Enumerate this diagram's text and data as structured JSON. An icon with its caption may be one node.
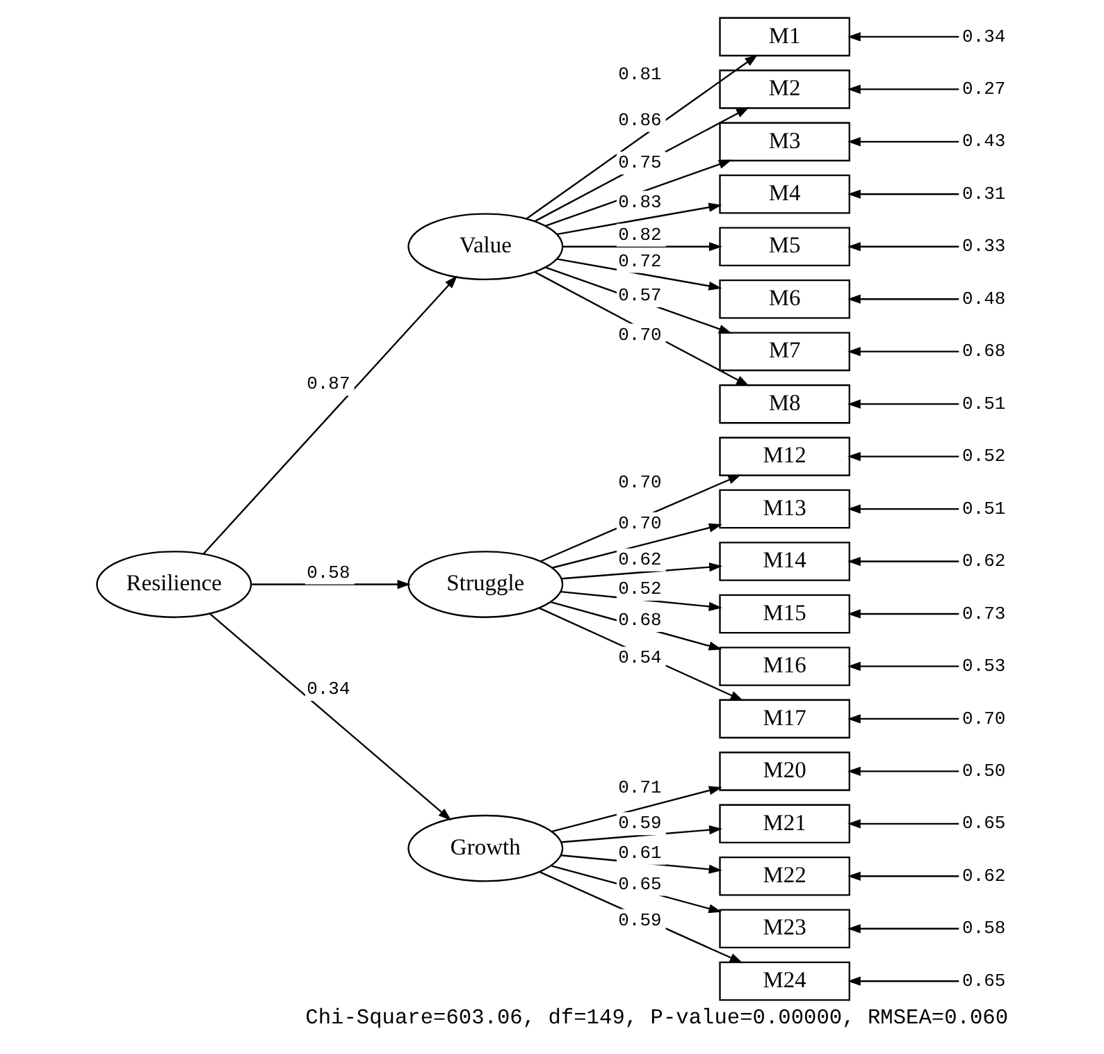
{
  "diagram": {
    "caption": "Chi-Square=603.06, df=149, P-value=0.00000, RMSEA=0.060",
    "nodes": [
      {
        "text": [
          "Resilience"
        ]
      },
      {
        "text": [
          "Value"
        ]
      },
      {
        "text": [
          "M1"
        ]
      },
      {
        "text": [
          "M2"
        ]
      },
      {
        "text": [
          "M3"
        ]
      },
      {
        "text": [
          "M4"
        ]
      },
      {
        "text": [
          "M5"
        ]
      },
      {
        "text": [
          "M6"
        ]
      },
      {
        "text": [
          "M7"
        ]
      },
      {
        "text": [
          "M8"
        ]
      },
      {
        "text": [
          "Struggle"
        ]
      },
      {
        "text": [
          "M12"
        ]
      },
      {
        "text": [
          "M13"
        ]
      },
      {
        "text": [
          "M14"
        ]
      },
      {
        "text": [
          "M15"
        ]
      },
      {
        "text": [
          "M16"
        ]
      },
      {
        "text": [
          "M17"
        ]
      },
      {
        "text": [
          "Growth"
        ]
      },
      {
        "text": [
          "M20"
        ]
      },
      {
        "text": [
          "M21"
        ]
      },
      {
        "text": [
          "M22"
        ]
      },
      {
        "text": [
          "M23"
        ]
      },
      {
        "text": [
          "M24"
        ]
      }
    ],
    "edges": [
      {
        "from": 0,
        "to": 1,
        "arrow": "to",
        "label": "0.87"
      },
      {
        "from": 0,
        "to": 10,
        "arrow": "to",
        "label": "0.58"
      },
      {
        "from": 0,
        "to": 17,
        "arrow": "to",
        "label": "0.34"
      },
      {
        "from": 1,
        "to": 2,
        "arrow": "to",
        "label": "0.81"
      },
      {
        "from": 1,
        "to": 3,
        "arrow": "to",
        "label": "0.86"
      },
      {
        "from": 1,
        "to": 4,
        "arrow": "to",
        "label": "0.75"
      },
      {
        "from": 1,
        "to": 5,
        "arrow": "to",
        "label": "0.83"
      },
      {
        "from": 1,
        "to": 6,
        "arrow": "to",
        "label": "0.82"
      },
      {
        "from": 1,
        "to": 7,
        "arrow": "to",
        "label": "0.72"
      },
      {
        "from": 1,
        "to": 8,
        "arrow": "to",
        "label": "0.57"
      },
      {
        "from": 1,
        "to": 9,
        "arrow": "to",
        "label": "0.70"
      },
      {
        "from": 10,
        "to": 11,
        "arrow": "to",
        "label": "0.70"
      },
      {
        "from": 10,
        "to": 12,
        "arrow": "to",
        "label": "0.70"
      },
      {
        "from": 10,
        "to": 13,
        "arrow": "to",
        "label": "0.62"
      },
      {
        "from": 10,
        "to": 14,
        "arrow": "to",
        "label": "0.52"
      },
      {
        "from": 10,
        "to": 15,
        "arrow": "to",
        "label": "0.68"
      },
      {
        "from": 10,
        "to": 16,
        "arrow": "to",
        "label": "0.54"
      },
      {
        "from": 17,
        "to": 18,
        "arrow": "to",
        "label": "0.71"
      },
      {
        "from": 17,
        "to": 19,
        "arrow": "to",
        "label": "0.59"
      },
      {
        "from": 17,
        "to": 20,
        "arrow": "to",
        "label": "0.61"
      },
      {
        "from": 17,
        "to": 21,
        "arrow": "to",
        "label": "0.65"
      },
      {
        "from": 17,
        "to": 22,
        "arrow": "to",
        "label": "0.59"
      },
      {
        "from": null,
        "to": 2,
        "arrow": "to",
        "label": "0.34"
      },
      {
        "from": null,
        "to": 3,
        "arrow": "to",
        "label": "0.27"
      },
      {
        "from": null,
        "to": 4,
        "arrow": "to",
        "label": "0.43"
      },
      {
        "from": null,
        "to": 5,
        "arrow": "to",
        "label": "0.31"
      },
      {
        "from": null,
        "to": 6,
        "arrow": "to",
        "label": "0.33"
      },
      {
        "from": null,
        "to": 7,
        "arrow": "to",
        "label": "0.48"
      },
      {
        "from": null,
        "to": 8,
        "arrow": "to",
        "label": "0.68"
      },
      {
        "from": null,
        "to": 9,
        "arrow": "to",
        "label": "0.51"
      },
      {
        "from": null,
        "to": 11,
        "arrow": "to",
        "label": "0.52"
      },
      {
        "from": null,
        "to": 12,
        "arrow": "to",
        "label": "0.51"
      },
      {
        "from": null,
        "to": 13,
        "arrow": "to",
        "label": "0.62"
      },
      {
        "from": null,
        "to": 14,
        "arrow": "to",
        "label": "0.73"
      },
      {
        "from": null,
        "to": 15,
        "arrow": "to",
        "label": "0.53"
      },
      {
        "from": null,
        "to": 16,
        "arrow": "to",
        "label": "0.70"
      },
      {
        "from": null,
        "to": 18,
        "arrow": "to",
        "label": "0.50"
      },
      {
        "from": null,
        "to": 19,
        "arrow": "to",
        "label": "0.65"
      },
      {
        "from": null,
        "to": 20,
        "arrow": "to",
        "label": "0.62"
      },
      {
        "from": null,
        "to": 21,
        "arrow": "to",
        "label": "0.58"
      },
      {
        "from": null,
        "to": 22,
        "arrow": "to",
        "label": "0.65"
      }
    ]
  }
}
